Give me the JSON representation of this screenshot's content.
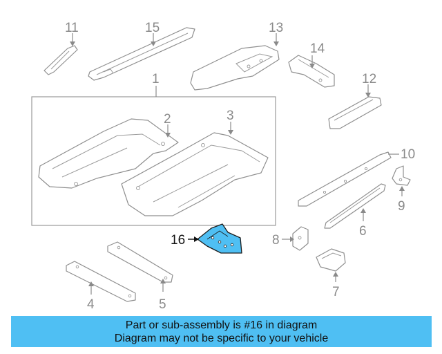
{
  "callouts": {
    "c1": "1",
    "c2": "2",
    "c3": "3",
    "c4": "4",
    "c5": "5",
    "c6": "6",
    "c7": "7",
    "c8": "8",
    "c9": "9",
    "c10": "10",
    "c11": "11",
    "c12": "12",
    "c13": "13",
    "c14": "14",
    "c15": "15",
    "c16": "16"
  },
  "highlighted_part": "16",
  "colors": {
    "highlight": "#4fbff3",
    "banner": "#4fbff3",
    "line": "#8f8f8f"
  },
  "banner": {
    "line1": "Part or sub-assembly is #16 in diagram",
    "line2": "Diagram may not be specific to your vehicle"
  }
}
